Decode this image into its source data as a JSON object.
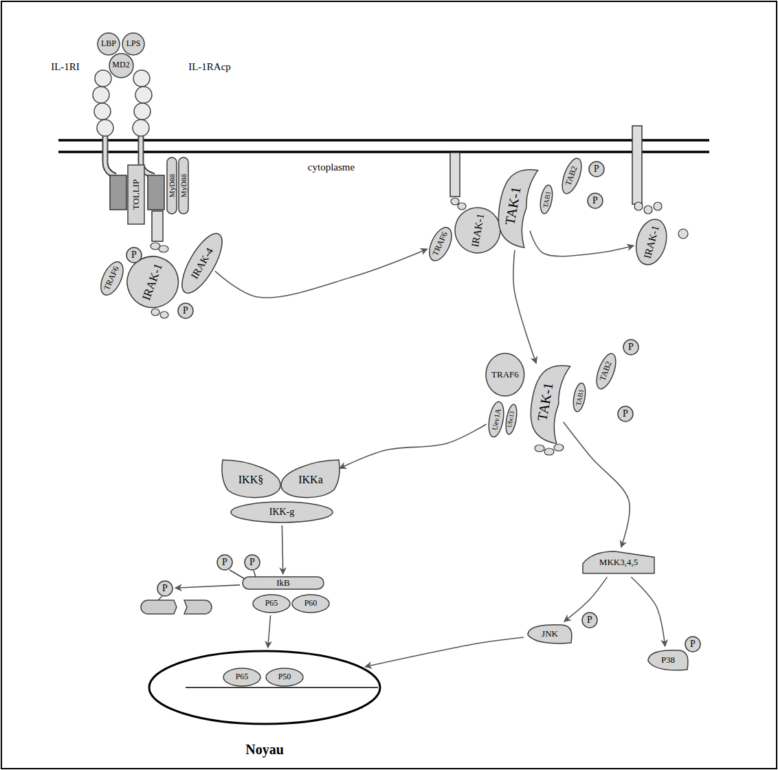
{
  "diagram": {
    "nodes": [
      {
        "text": [
          "LBP"
        ]
      },
      {
        "text": [
          "LPS"
        ]
      },
      {
        "text": [
          "MD2"
        ]
      },
      {
        "text": [
          "TOLLIP"
        ]
      },
      {
        "text": [
          "MyD88"
        ]
      },
      {
        "text": [
          "MyD88"
        ]
      },
      {
        "text": [
          "IRAK-4"
        ]
      },
      {
        "text": [
          "TRAF6"
        ]
      },
      {
        "text": [
          "IRAK-1"
        ]
      },
      {
        "text": [
          "P"
        ]
      },
      {
        "text": [
          "P"
        ]
      },
      {
        "text": [
          "TRAF6"
        ]
      },
      {
        "text": [
          "IRAK-1"
        ]
      },
      {
        "text": [
          "TAK-1"
        ]
      },
      {
        "text": [
          "TAB1"
        ]
      },
      {
        "text": [
          "TAB2"
        ]
      },
      {
        "text": [
          "P"
        ]
      },
      {
        "text": [
          "P"
        ]
      },
      {
        "text": [
          "IRAK-1"
        ]
      },
      {
        "text": [
          "TRAF6"
        ]
      },
      {
        "text": [
          "Uev1A"
        ]
      },
      {
        "text": [
          "Ubc13"
        ]
      },
      {
        "text": [
          "TAK-1"
        ]
      },
      {
        "text": [
          "TAB1"
        ]
      },
      {
        "text": [
          "TAB2"
        ]
      },
      {
        "text": [
          "P"
        ]
      },
      {
        "text": [
          "P"
        ]
      },
      {
        "text": [
          "IKK§"
        ]
      },
      {
        "text": [
          "IKKa"
        ]
      },
      {
        "text": [
          "IKK-g"
        ]
      },
      {
        "text": [
          "P"
        ]
      },
      {
        "text": [
          "P"
        ]
      },
      {
        "text": [
          "IkB"
        ]
      },
      {
        "text": [
          "P65"
        ]
      },
      {
        "text": [
          "P60"
        ]
      },
      {
        "text": [
          "P"
        ]
      },
      {
        "text": [
          "Noyau"
        ]
      },
      {
        "text": [
          "P65"
        ],
        "in": 36
      },
      {
        "text": [
          "P50"
        ],
        "in": 36
      },
      {
        "text": [
          "MKK3,4,5"
        ]
      },
      {
        "text": [
          "JNK"
        ]
      },
      {
        "text": [
          "P"
        ]
      },
      {
        "text": [
          "P38"
        ]
      },
      {
        "text": [
          "P"
        ]
      }
    ],
    "edges": [
      {
        "from": 6,
        "to": 11,
        "arrow": "to"
      },
      {
        "from": 13,
        "to": 18,
        "arrow": "to"
      },
      {
        "from": 13,
        "to": 22,
        "arrow": "to"
      },
      {
        "from": 20,
        "to": 28,
        "arrow": "to"
      },
      {
        "from": 29,
        "to": 32,
        "arrow": "to"
      },
      {
        "from": 32,
        "to": 35,
        "arrow": "to"
      },
      {
        "from": 33,
        "to": 36,
        "arrow": "to"
      },
      {
        "from": 22,
        "to": 39,
        "arrow": "to"
      },
      {
        "from": 39,
        "to": 40,
        "arrow": "to"
      },
      {
        "from": 39,
        "to": 42,
        "arrow": "to"
      },
      {
        "from": 40,
        "to": 36,
        "arrow": "to"
      }
    ],
    "labels": [
      "IL-1RI",
      "IL-1RAcp",
      "cytoplasme"
    ]
  }
}
